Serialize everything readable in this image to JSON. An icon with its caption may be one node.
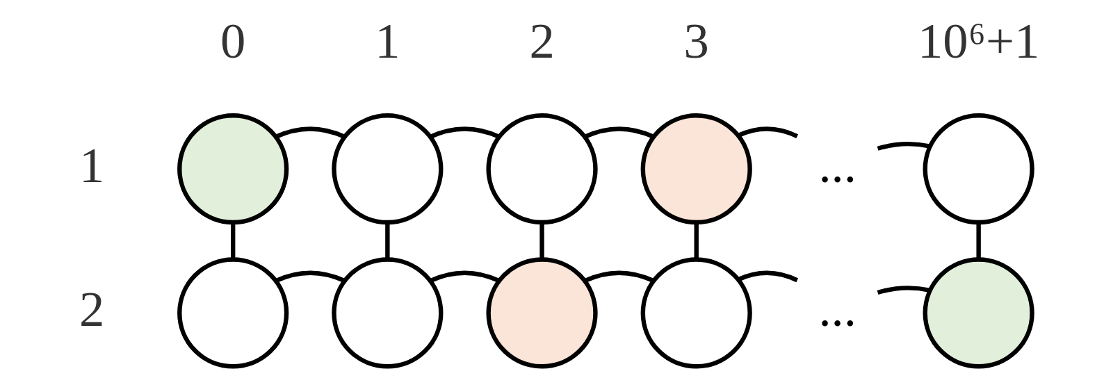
{
  "diagram": {
    "nodes": [
      {
        "text": [],
        "shape": "circle"
      },
      {
        "text": [],
        "shape": "circle"
      },
      {
        "text": [],
        "shape": "circle"
      },
      {
        "text": [],
        "shape": "circle"
      },
      {
        "text": [
          "..."
        ]
      },
      {
        "text": [],
        "shape": "circle"
      },
      {
        "text": [],
        "shape": "circle"
      },
      {
        "text": [],
        "shape": "circle"
      },
      {
        "text": [],
        "shape": "circle"
      },
      {
        "text": [],
        "shape": "circle"
      },
      {
        "text": [
          "..."
        ]
      },
      {
        "text": [],
        "shape": "circle"
      }
    ],
    "edges": [
      {
        "from": 0,
        "to": 1,
        "arrow": "none"
      },
      {
        "from": 1,
        "to": 2,
        "arrow": "none"
      },
      {
        "from": 2,
        "to": 3,
        "arrow": "none"
      },
      {
        "from": 3,
        "to": 4,
        "arrow": "none"
      },
      {
        "from": 4,
        "to": 5,
        "arrow": "none"
      },
      {
        "from": 6,
        "to": 7,
        "arrow": "none"
      },
      {
        "from": 7,
        "to": 8,
        "arrow": "none"
      },
      {
        "from": 8,
        "to": 9,
        "arrow": "none"
      },
      {
        "from": 9,
        "to": 10,
        "arrow": "none"
      },
      {
        "from": 10,
        "to": 11,
        "arrow": "none"
      },
      {
        "from": 0,
        "to": 6,
        "arrow": "none"
      },
      {
        "from": 1,
        "to": 7,
        "arrow": "none"
      },
      {
        "from": 2,
        "to": 8,
        "arrow": "none"
      },
      {
        "from": 3,
        "to": 9,
        "arrow": "none"
      },
      {
        "from": 5,
        "to": 11,
        "arrow": "none"
      }
    ],
    "labels": [
      "0",
      "1",
      "2",
      "3",
      "10⁶+1",
      "1",
      "2"
    ]
  }
}
